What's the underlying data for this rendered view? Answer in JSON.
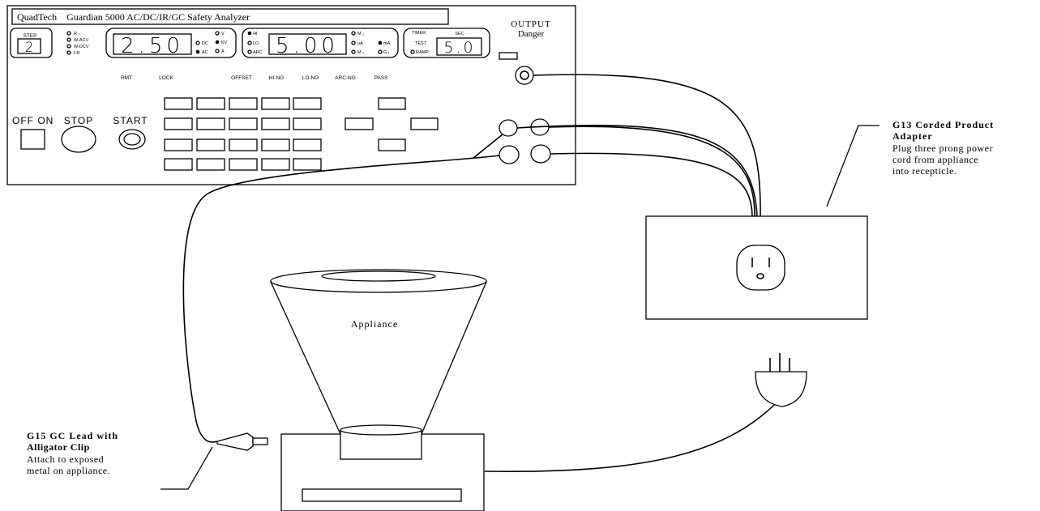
{
  "analyzer": {
    "title": "QuadTech    Guardian 5000 AC/DC/IR/GC Safety Analyzer",
    "output_label": "OUTPUT",
    "danger_label": "Danger",
    "step_label": "STEP",
    "step_value": "2",
    "mode_indicators": [
      "R ₁",
      "W-ACV",
      "W-DCV",
      "I-R"
    ],
    "voltage_value": "2.50",
    "voltage_mode_left": [
      "DC",
      "AC"
    ],
    "voltage_units": [
      "V",
      "KV",
      "A"
    ],
    "limit_indicators": [
      "HI",
      "LO",
      "ARC"
    ],
    "current_value": "5.00",
    "current_units_left": [
      "M ₁",
      "uA",
      "M ₁"
    ],
    "current_units_right": [
      "mA",
      "G ₁"
    ],
    "timer_label": "TIMER",
    "sec_label": "SEC",
    "test_label": "TEST",
    "ramp_label": "RAMP",
    "timer_value": "5.0",
    "status_labels": [
      "RMT",
      "LOCK",
      "OFFSET",
      "HI-NG",
      "LO-NG",
      "ARC-NG",
      "PASS"
    ],
    "power_label": "OFF ON",
    "stop_label": "STOP",
    "start_label": "START"
  },
  "callouts": {
    "g13_title_1": "G13 Corded Product",
    "g13_title_2": "Adapter",
    "g13_desc": [
      "Plug three prong power",
      "cord from appliance",
      "into recepticle."
    ],
    "g15_title_1": "G15 GC Lead with",
    "g15_title_2": "Alligator Clip",
    "g15_desc": [
      "Attach to exposed",
      "metal on appliance."
    ],
    "appliance_label": "Appliance"
  }
}
